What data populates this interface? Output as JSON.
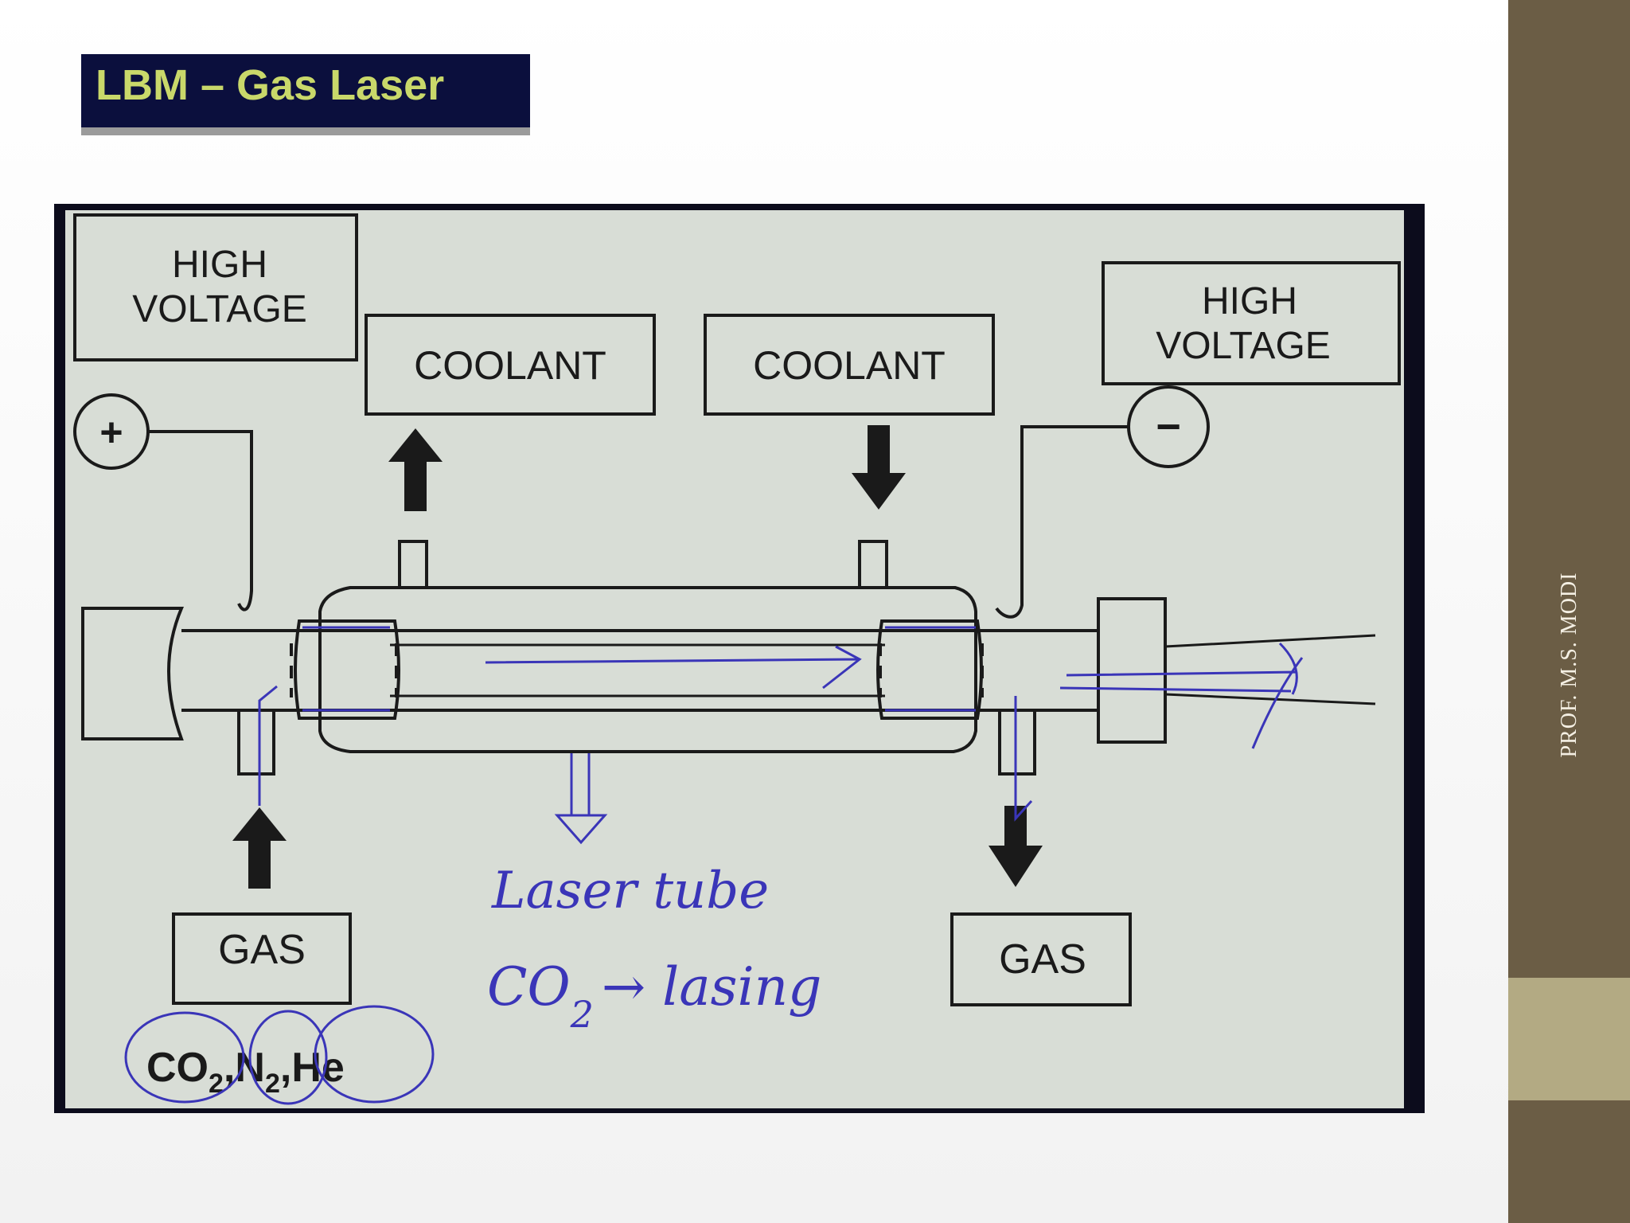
{
  "slide": {
    "title": "LBM – Gas Laser",
    "author": "PROF. M.S. MODI"
  },
  "diagram": {
    "high_voltage_left": [
      "HIGH",
      "VOLTAGE"
    ],
    "high_voltage_right": [
      "HIGH",
      "VOLTAGE"
    ],
    "coolant_out": "COOLANT",
    "coolant_in": "COOLANT",
    "gas_in": "GAS",
    "gas_out": "GAS",
    "positive_symbol": "+",
    "negative_symbol": "−",
    "gas_mix": {
      "co2": "CO",
      "co2_sub": "2",
      "n2": "N",
      "n2_sub": "2",
      "he": "He",
      "sep": ","
    }
  },
  "annotations": {
    "laser_tube": "Laser tube",
    "co2_prefix": "CO",
    "co2_sub": "2",
    "lasing": "→ lasing"
  },
  "colors": {
    "title_bg": "#0b0f3d",
    "title_text": "#c9d86a",
    "side_bar": "#6b5d45",
    "side_accent": "#b3aa83",
    "panel": "#d8ddd6",
    "ink": "#1a1a1a",
    "pen": "#3a35b8"
  }
}
